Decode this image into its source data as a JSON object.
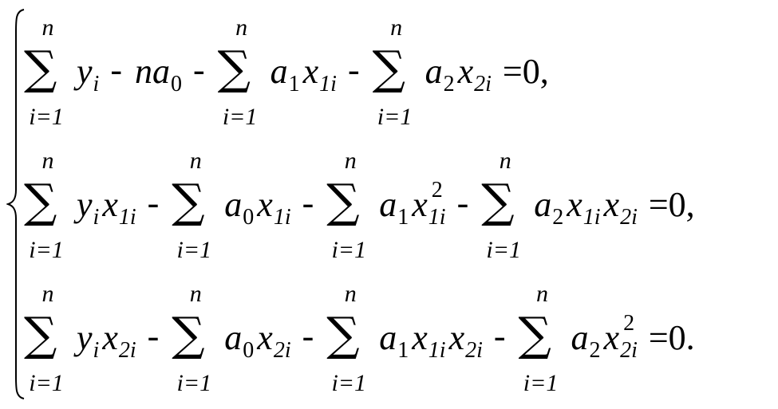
{
  "system": {
    "rows": [
      [
        {
          "type": "sum",
          "upper": "n",
          "lower": "i=1"
        },
        {
          "type": "var",
          "base": "y",
          "sub": "i"
        },
        {
          "type": "op",
          "text": "-"
        },
        {
          "type": "var",
          "base": "na",
          "sub": "0"
        },
        {
          "type": "op",
          "text": "-"
        },
        {
          "type": "sum",
          "upper": "n",
          "lower": "i=1"
        },
        {
          "type": "var",
          "base": "a",
          "sub": "1"
        },
        {
          "type": "var",
          "base": "x",
          "sub": "1i"
        },
        {
          "type": "op",
          "text": "-"
        },
        {
          "type": "sum",
          "upper": "n",
          "lower": "i=1"
        },
        {
          "type": "var",
          "base": "a",
          "sub": "2"
        },
        {
          "type": "var",
          "base": "x",
          "sub": "2i"
        },
        {
          "type": "eq",
          "text": "=0,"
        }
      ],
      [
        {
          "type": "sum",
          "upper": "n",
          "lower": "i=1"
        },
        {
          "type": "var",
          "base": "y",
          "sub": "i"
        },
        {
          "type": "var",
          "base": "x",
          "sub": "1i"
        },
        {
          "type": "op",
          "text": "-"
        },
        {
          "type": "sum",
          "upper": "n",
          "lower": "i=1"
        },
        {
          "type": "var",
          "base": "a",
          "sub": "0"
        },
        {
          "type": "var",
          "base": "x",
          "sub": "1i"
        },
        {
          "type": "op",
          "text": "-"
        },
        {
          "type": "sum",
          "upper": "n",
          "lower": "i=1"
        },
        {
          "type": "var",
          "base": "a",
          "sub": "1"
        },
        {
          "type": "var",
          "base": "x",
          "sub": "1i",
          "sup": "2"
        },
        {
          "type": "op",
          "text": "-"
        },
        {
          "type": "sum",
          "upper": "n",
          "lower": "i=1"
        },
        {
          "type": "var",
          "base": "a",
          "sub": "2"
        },
        {
          "type": "var",
          "base": "x",
          "sub": "1i"
        },
        {
          "type": "var",
          "base": "x",
          "sub": "2i"
        },
        {
          "type": "eq",
          "text": "=0,"
        }
      ],
      [
        {
          "type": "sum",
          "upper": "n",
          "lower": "i=1"
        },
        {
          "type": "var",
          "base": "y",
          "sub": "i"
        },
        {
          "type": "var",
          "base": "x",
          "sub": "2i"
        },
        {
          "type": "op",
          "text": "-"
        },
        {
          "type": "sum",
          "upper": "n",
          "lower": "i=1"
        },
        {
          "type": "var",
          "base": "a",
          "sub": "0"
        },
        {
          "type": "var",
          "base": "x",
          "sub": "2i"
        },
        {
          "type": "op",
          "text": "-"
        },
        {
          "type": "sum",
          "upper": "n",
          "lower": "i=1"
        },
        {
          "type": "var",
          "base": "a",
          "sub": "1"
        },
        {
          "type": "var",
          "base": "x",
          "sub": "1i"
        },
        {
          "type": "var",
          "base": "x",
          "sub": "2i"
        },
        {
          "type": "op",
          "text": "-"
        },
        {
          "type": "sum",
          "upper": "n",
          "lower": "i=1"
        },
        {
          "type": "var",
          "base": "a",
          "sub": "2"
        },
        {
          "type": "var",
          "base": "x",
          "sub": "2i",
          "sup": "2"
        },
        {
          "type": "eq",
          "text": "=0."
        }
      ]
    ]
  }
}
